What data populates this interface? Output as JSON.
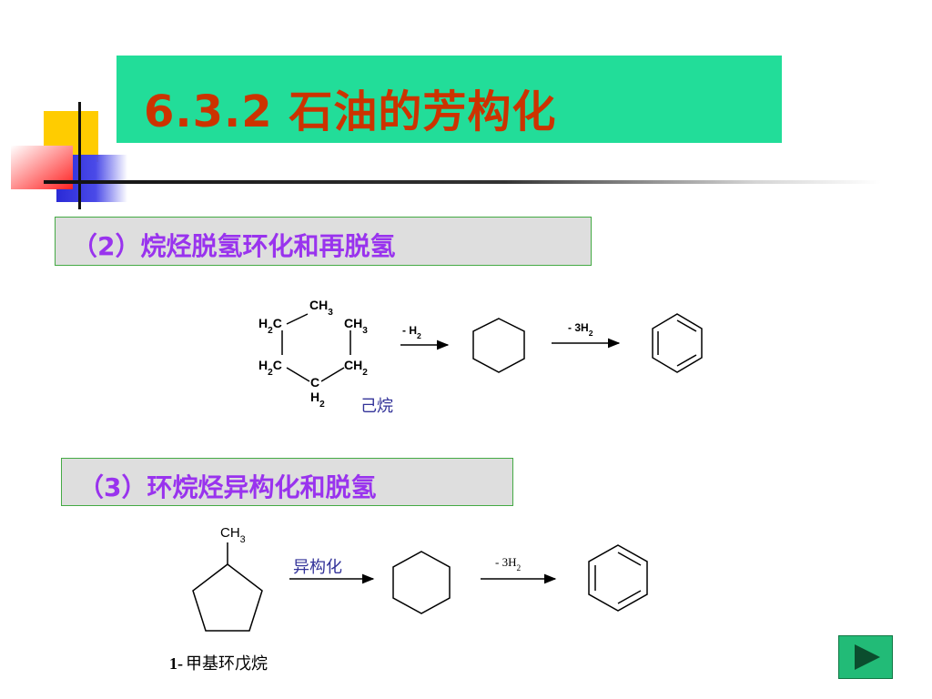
{
  "slide": {
    "title": "6.3.2  石油的芳构化",
    "colors": {
      "title_bg": "#22dd99",
      "title_text": "#cc3300",
      "section_text": "#9933ee",
      "section_bg": "#dedede",
      "label_blue": "#333399"
    }
  },
  "section2": {
    "heading": "（2）烷烃脱氢环化和再脱氢",
    "reaction": {
      "chain_labels": {
        "top": "CH3",
        "left_upper": "H2C",
        "right_upper": "CH3",
        "left_lower": "H2C",
        "right_lower": "CH2",
        "bottom_c": "C",
        "bottom_h2": "H2"
      },
      "step1_label": "- H2",
      "step2_label": "- 3H2",
      "reactant_name": "己烷"
    }
  },
  "section3": {
    "heading": "（3）环烷烃异构化和脱氢",
    "reaction": {
      "methyl_label": "CH3",
      "step1_label": "异构化",
      "step2_label": "- 3H2",
      "reactant_name_prefix": "1-",
      "reactant_name": "甲基环戊烷"
    }
  },
  "navigation": {
    "next_icon": "play-triangle-icon"
  }
}
